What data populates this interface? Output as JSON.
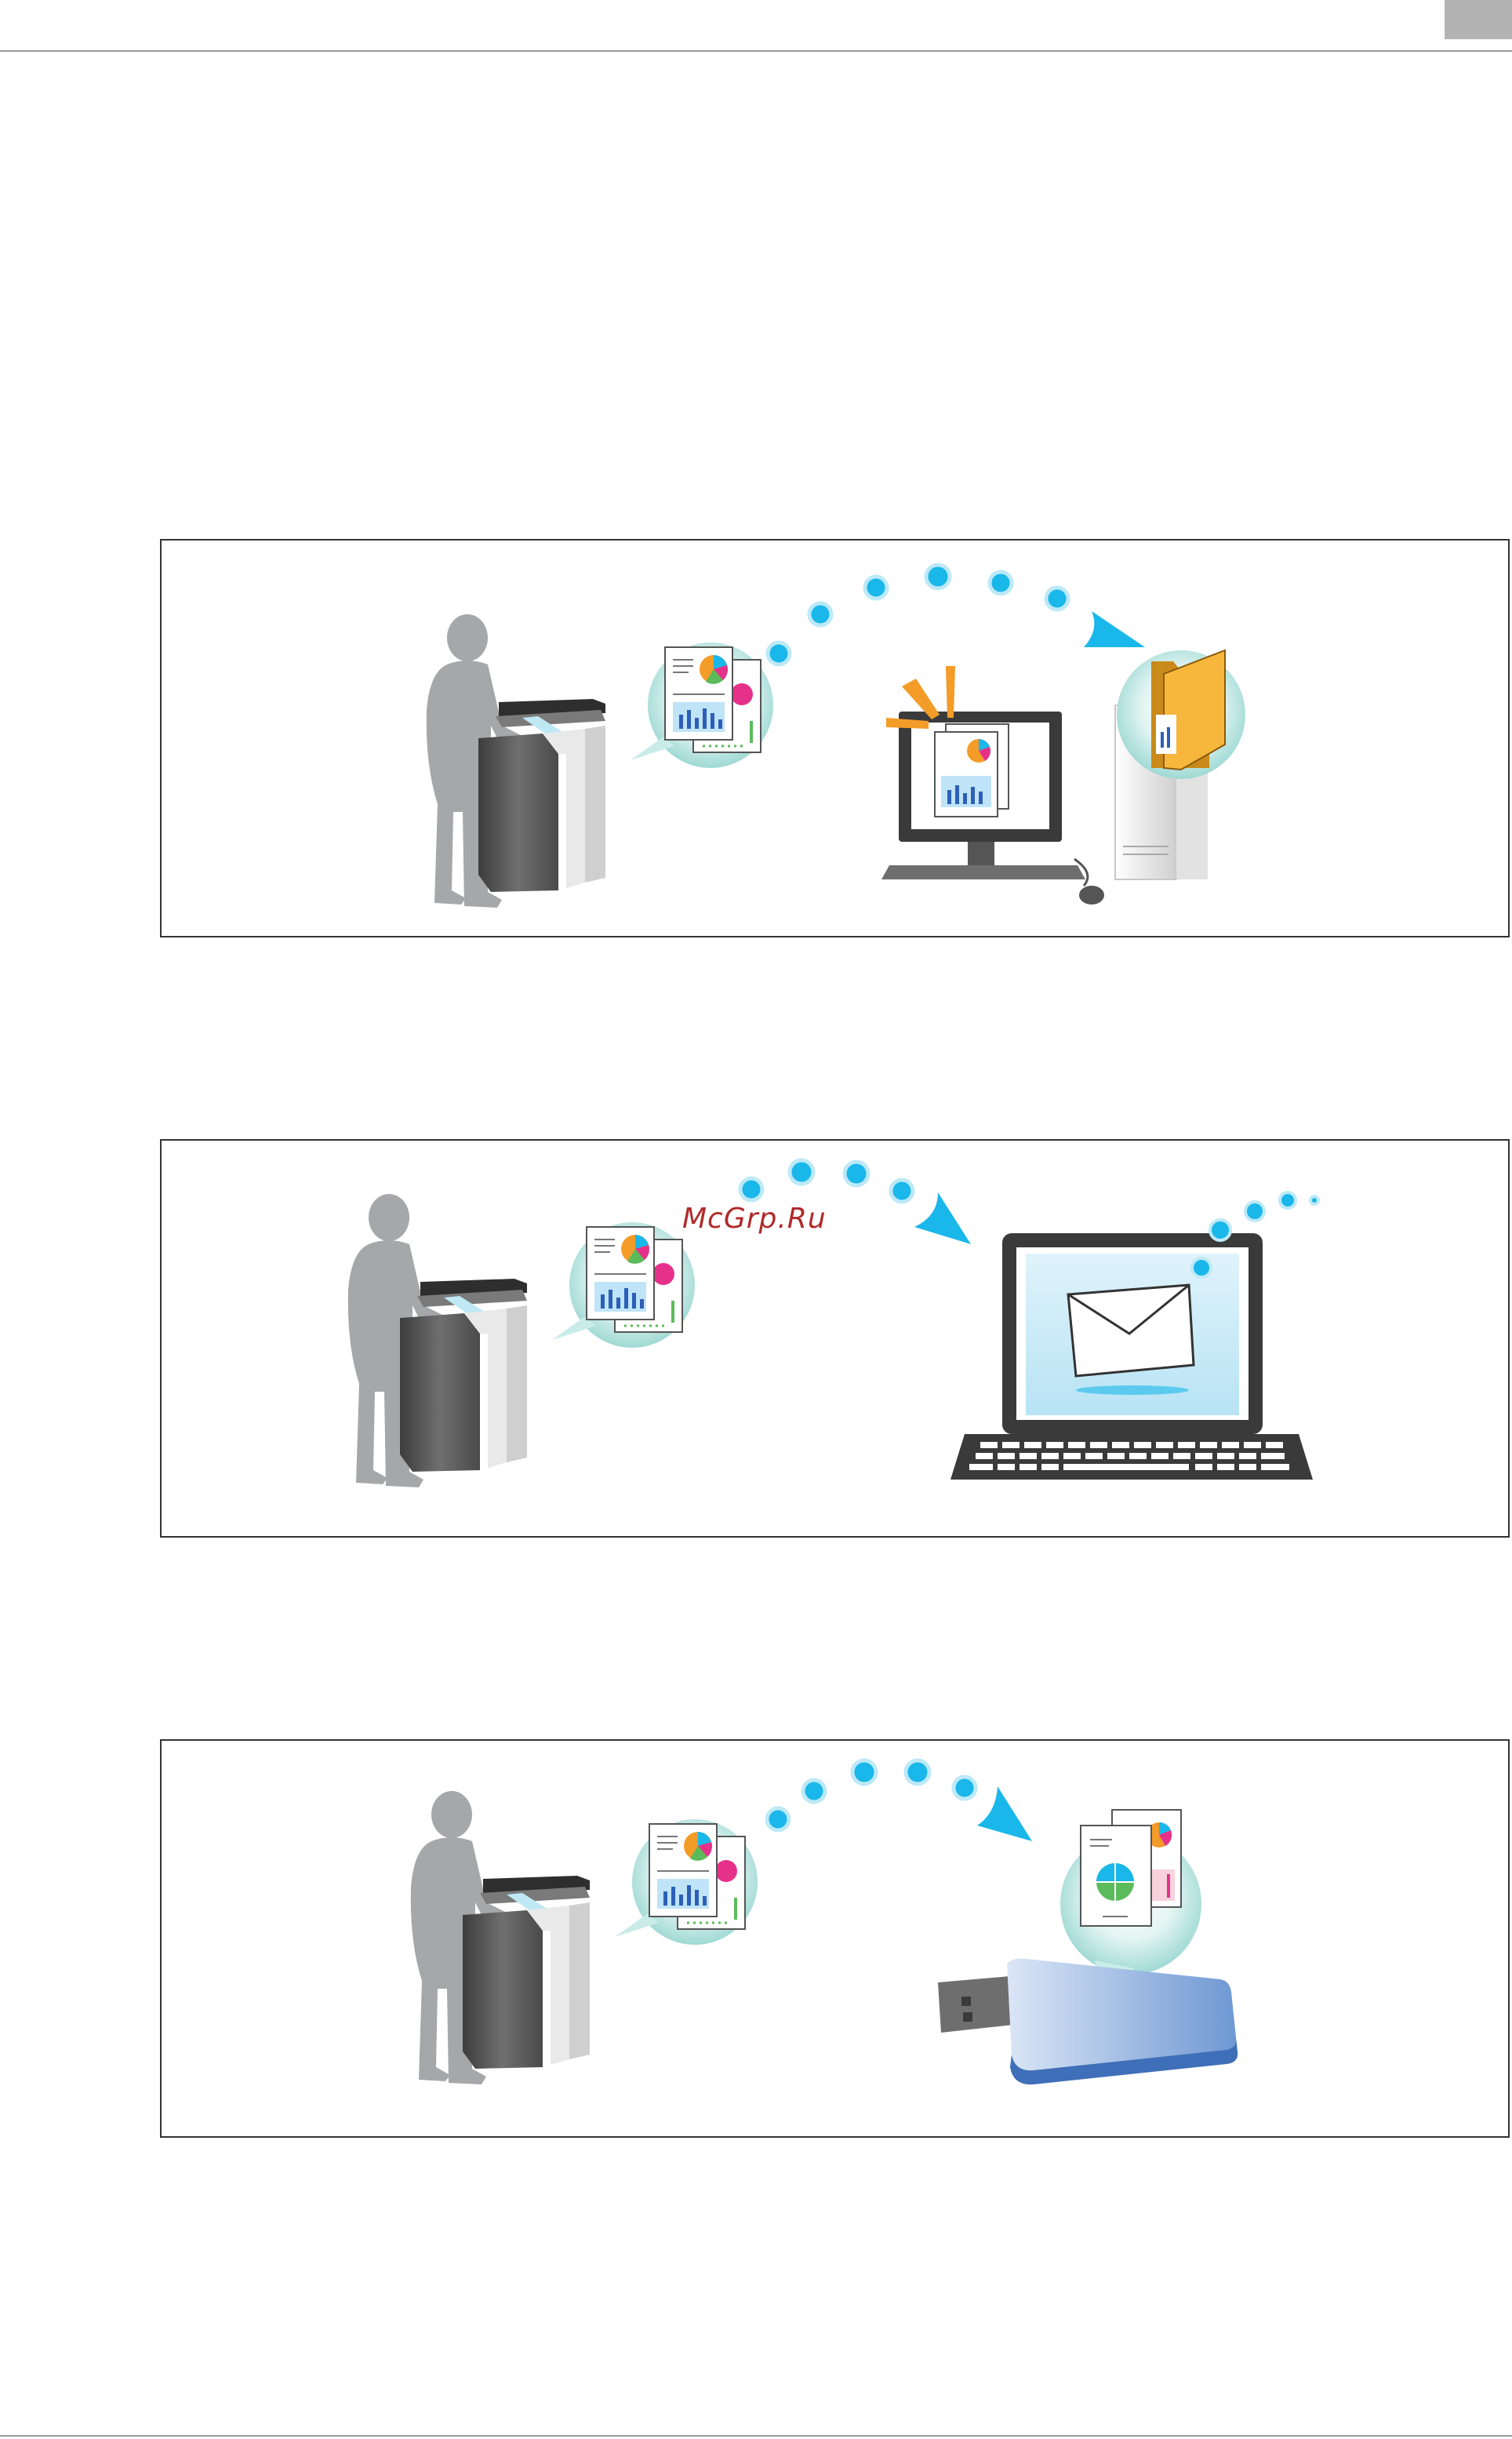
{
  "watermark": "McGrp.Ru",
  "colors": {
    "dot": "#1ab7ea",
    "silhouette": "#a6a7a9",
    "mfp_body": "#555555",
    "bubble": "#c9ece9",
    "folder": "#f6b73c",
    "usb": "#7ba0d6",
    "spark": "#f39c28"
  },
  "panels": [
    {
      "name": "scan-to-pc",
      "icons": [
        "person-silhouette-icon",
        "mfp-icon",
        "document-bubble-icon",
        "computer-monitor-icon",
        "tower-pc-icon",
        "folder-icon"
      ]
    },
    {
      "name": "scan-to-email",
      "icons": [
        "person-silhouette-icon",
        "mfp-icon",
        "document-bubble-icon",
        "laptop-icon",
        "envelope-icon"
      ]
    },
    {
      "name": "scan-to-usb",
      "icons": [
        "person-silhouette-icon",
        "mfp-icon",
        "document-bubble-icon",
        "usb-drive-icon"
      ]
    }
  ]
}
